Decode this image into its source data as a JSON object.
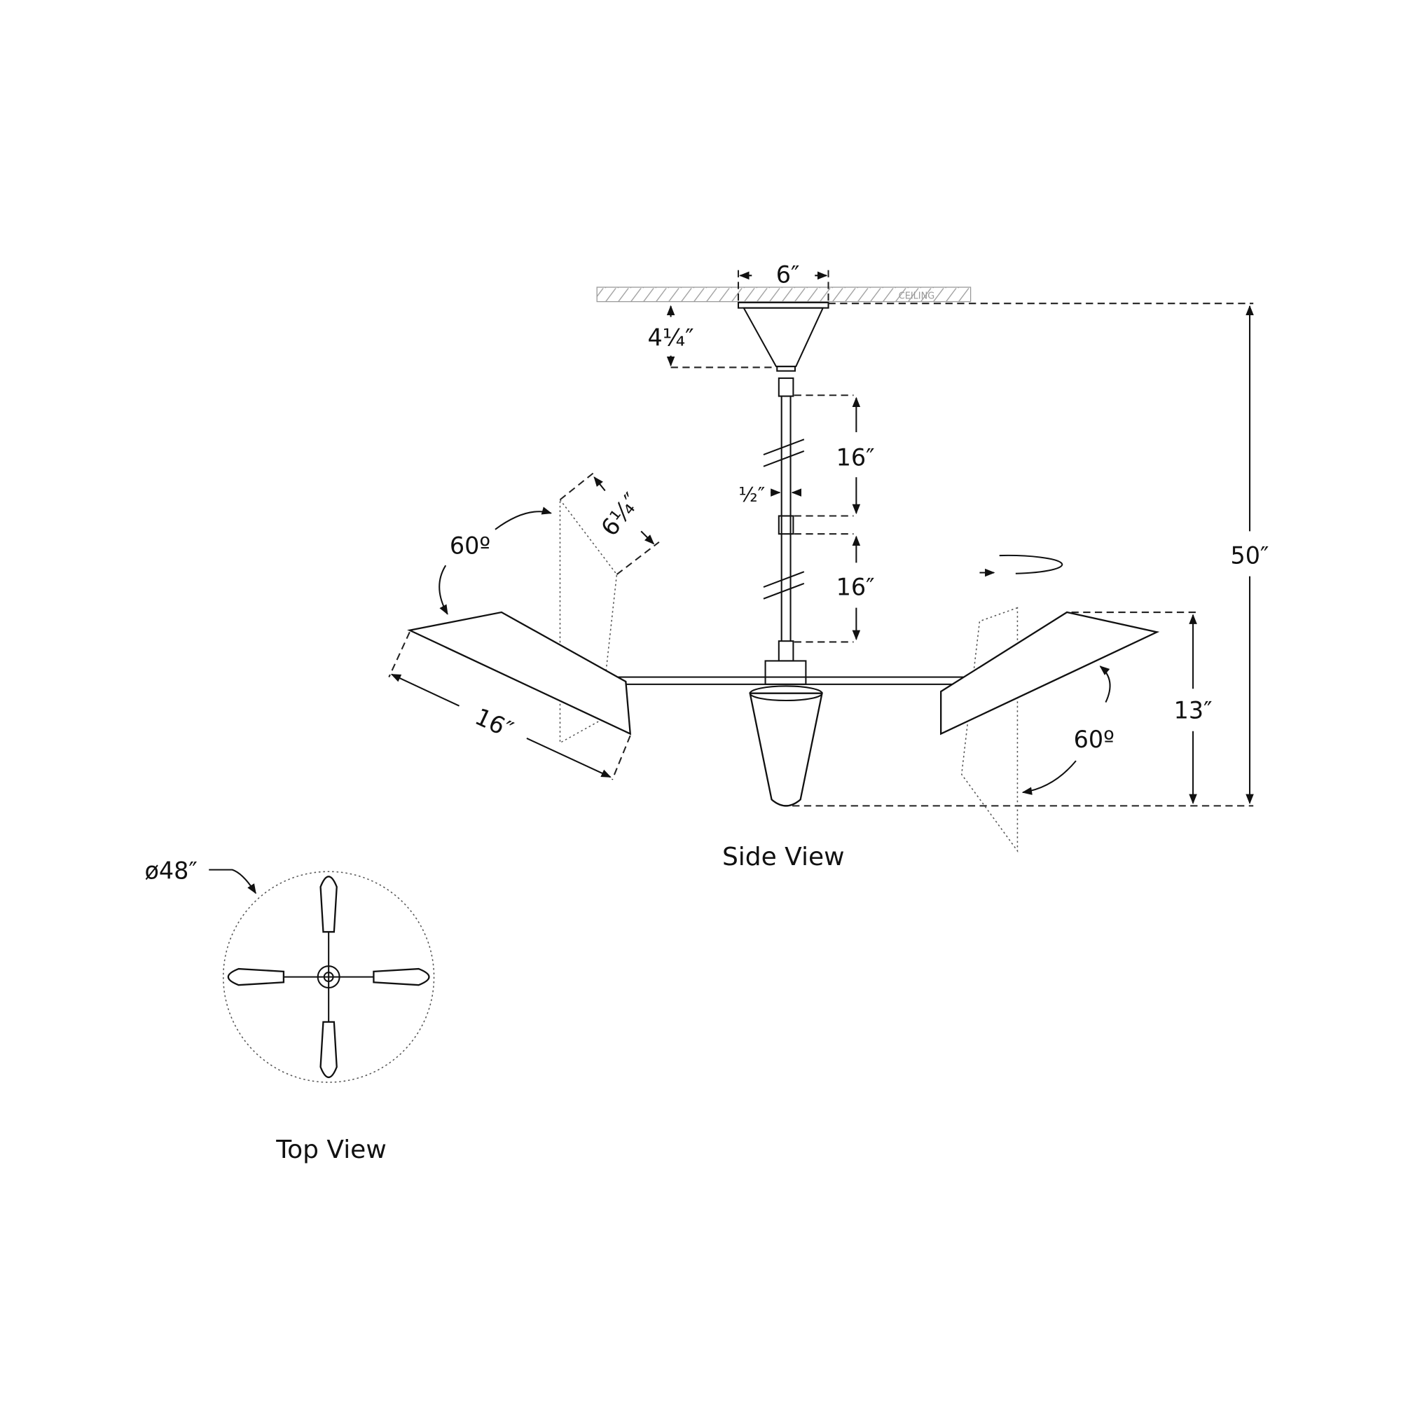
{
  "labels": {
    "ceiling": "CEILING",
    "canopy_width": "6″",
    "canopy_height": "4¼″",
    "stem_upper": "16″",
    "stem_lower": "16″",
    "stem_diameter": "½″",
    "overall_height": "50″",
    "shade_height": "13″",
    "shade_depth": "6¼″",
    "shade_length": "16″",
    "angle_left": "60º",
    "angle_right": "60º",
    "diameter": "ø48″"
  },
  "captions": {
    "side_view": "Side View",
    "top_view": "Top View"
  }
}
